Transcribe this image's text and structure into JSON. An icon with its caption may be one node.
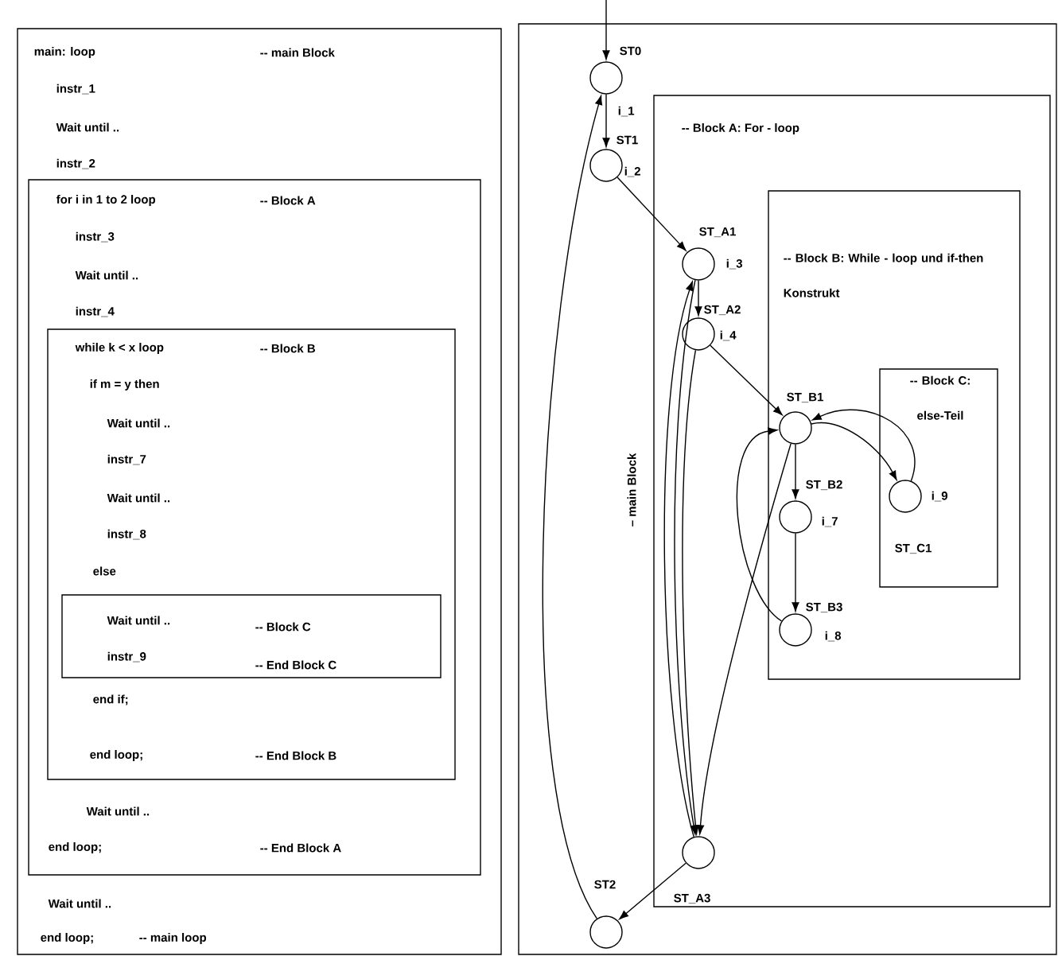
{
  "diagram": {
    "nodes": [
      {
        "text": [
          "main: loop",
          "-- main Block",
          "instr_1",
          "Wait until ..",
          "instr_2",
          "Wait until ..",
          "end loop;",
          "-- main loop"
        ]
      },
      {
        "text": [
          "for i in 1 to 2 loop",
          "-- Block A",
          "instr_3",
          "Wait until ..",
          "instr_4",
          "Wait until ..",
          "end loop;",
          "-- End Block A"
        ],
        "in": 0
      },
      {
        "text": [
          "while k < x loop",
          "-- Block B",
          "if m = y then",
          "Wait until ..",
          "instr_7",
          "Wait until ..",
          "instr_8",
          "else",
          "end if;",
          "end loop;",
          "-- End Block B"
        ],
        "in": 1
      },
      {
        "text": [
          "Wait until ..",
          "-- Block C",
          "instr_9",
          "-- End Block C"
        ],
        "in": 2
      },
      {
        "text": [
          "– main Block"
        ]
      },
      {
        "text": [
          "-- Block A: For - loop"
        ],
        "in": 4
      },
      {
        "text": [
          "-- Block B: While - loop und if-then Konstrukt"
        ],
        "in": 5
      },
      {
        "text": [
          "-- Block C: else-Teil"
        ],
        "in": 6
      },
      {
        "text": [
          "ST0"
        ],
        "beside": [
          "i_1"
        ],
        "in": 4
      },
      {
        "text": [
          "ST1"
        ],
        "beside": [
          "i_2"
        ],
        "in": 4
      },
      {
        "text": [
          "ST_A1"
        ],
        "beside": [
          "i_3"
        ],
        "in": 5
      },
      {
        "text": [
          "ST_A2"
        ],
        "beside": [
          "i_4"
        ],
        "in": 5
      },
      {
        "text": [
          "ST_B1"
        ],
        "in": 6
      },
      {
        "text": [
          "ST_B2"
        ],
        "beside": [
          "i_7"
        ],
        "in": 6
      },
      {
        "text": [
          "ST_B3"
        ],
        "beside": [
          "i_8"
        ],
        "in": 6
      },
      {
        "text": [
          "ST_C1"
        ],
        "beside": [
          "i_9"
        ],
        "in": 7
      },
      {
        "text": [
          "ST_A3"
        ],
        "in": 5
      },
      {
        "text": [
          "ST2"
        ],
        "in": 4
      }
    ],
    "edges": [
      {
        "from": null,
        "to": 8,
        "arrow": "to"
      },
      {
        "from": 8,
        "to": 9,
        "arrow": "to"
      },
      {
        "from": 9,
        "to": 10,
        "arrow": "to"
      },
      {
        "from": 10,
        "to": 11,
        "arrow": "to"
      },
      {
        "from": 11,
        "to": 12,
        "arrow": "to"
      },
      {
        "from": 12,
        "to": 13,
        "arrow": "to"
      },
      {
        "from": 13,
        "to": 14,
        "arrow": "to"
      },
      {
        "from": 12,
        "to": 15,
        "arrow": "to"
      },
      {
        "from": 15,
        "to": 12,
        "arrow": "to"
      },
      {
        "from": 14,
        "to": 12,
        "arrow": "to"
      },
      {
        "from": 12,
        "to": 16,
        "arrow": "to"
      },
      {
        "from": 11,
        "to": 16,
        "arrow": "to"
      },
      {
        "from": 10,
        "to": 16,
        "arrow": "to"
      },
      {
        "from": 16,
        "to": 10,
        "arrow": "to"
      },
      {
        "from": 16,
        "to": 17,
        "arrow": "to"
      },
      {
        "from": 17,
        "to": 8,
        "arrow": "to"
      }
    ]
  }
}
